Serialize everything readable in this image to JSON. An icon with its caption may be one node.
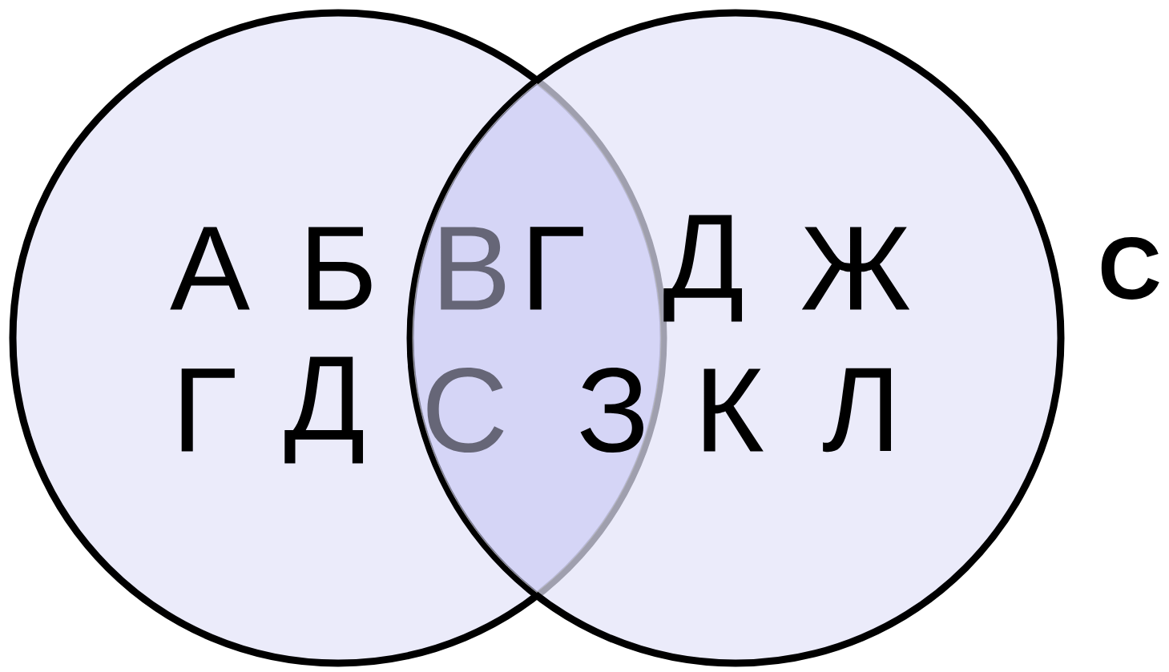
{
  "diagram": {
    "nodes": [
      {
        "text": [
          "А",
          "Б",
          "Г",
          "Д"
        ]
      },
      {
        "text": [
          "В",
          "Г",
          "С",
          "З"
        ]
      },
      {
        "text": [
          "Д",
          "Ж",
          "К",
          "Л"
        ]
      }
    ],
    "labels": [
      "С"
    ]
  }
}
